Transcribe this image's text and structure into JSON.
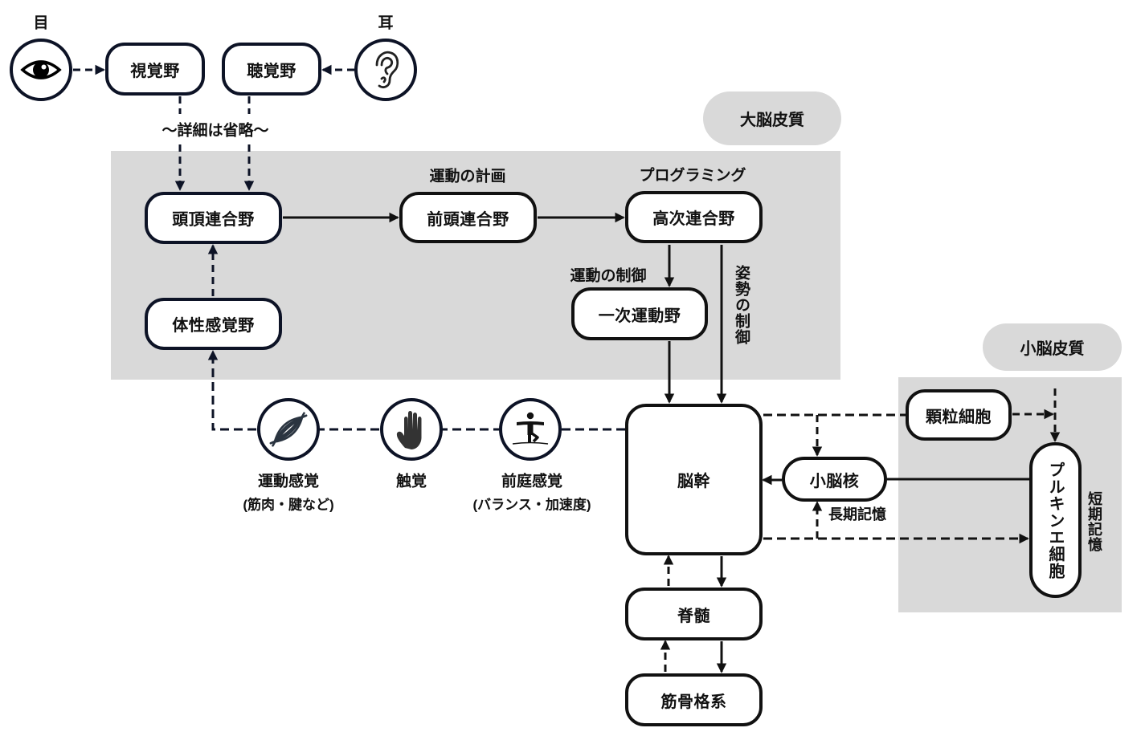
{
  "colors": {
    "region_fill": "#d9d9d9",
    "ink": "#111111",
    "navy": "#0d1326",
    "icon_gray": "#333333"
  },
  "regions": {
    "cerebral_cortex_label": "大脳皮質",
    "cerebellar_cortex_label": "小脳皮質"
  },
  "sense_organs": {
    "eye": {
      "label": "目",
      "icon": "eye-icon"
    },
    "ear": {
      "label": "耳",
      "icon": "ear-icon"
    }
  },
  "nodes": {
    "visual_cortex": "視覚野",
    "auditory_cortex": "聴覚野",
    "parietal_association": "頭頂連合野",
    "prefrontal_association": "前頭連合野",
    "higher_association": "高次連合野",
    "somatosensory": "体性感覚野",
    "primary_motor": "一次運動野",
    "brainstem": "脳幹",
    "spinal_cord": "脊髄",
    "musculoskeletal": "筋骨格系",
    "cerebellar_nuclei": "小脳核",
    "granule_cells": "顆粒細胞",
    "purkinje_cells": "プルキンエ細胞"
  },
  "annotations": {
    "details_omitted": "～詳細は省略～",
    "motor_planning": "運動の計画",
    "programming": "プログラミング",
    "motor_control": "運動の制御",
    "posture_control": "姿勢の制御",
    "long_term_memory": "長期記憶",
    "short_term_memory": "短期記憶"
  },
  "senses": [
    {
      "label": "運動感覚",
      "sublabel": "(筋肉・腱など)",
      "icon": "muscle-icon"
    },
    {
      "label": "触覚",
      "sublabel": "",
      "icon": "hand-icon"
    },
    {
      "label": "前庭感覚",
      "sublabel": "(バランス・加速度)",
      "icon": "balance-icon"
    }
  ]
}
